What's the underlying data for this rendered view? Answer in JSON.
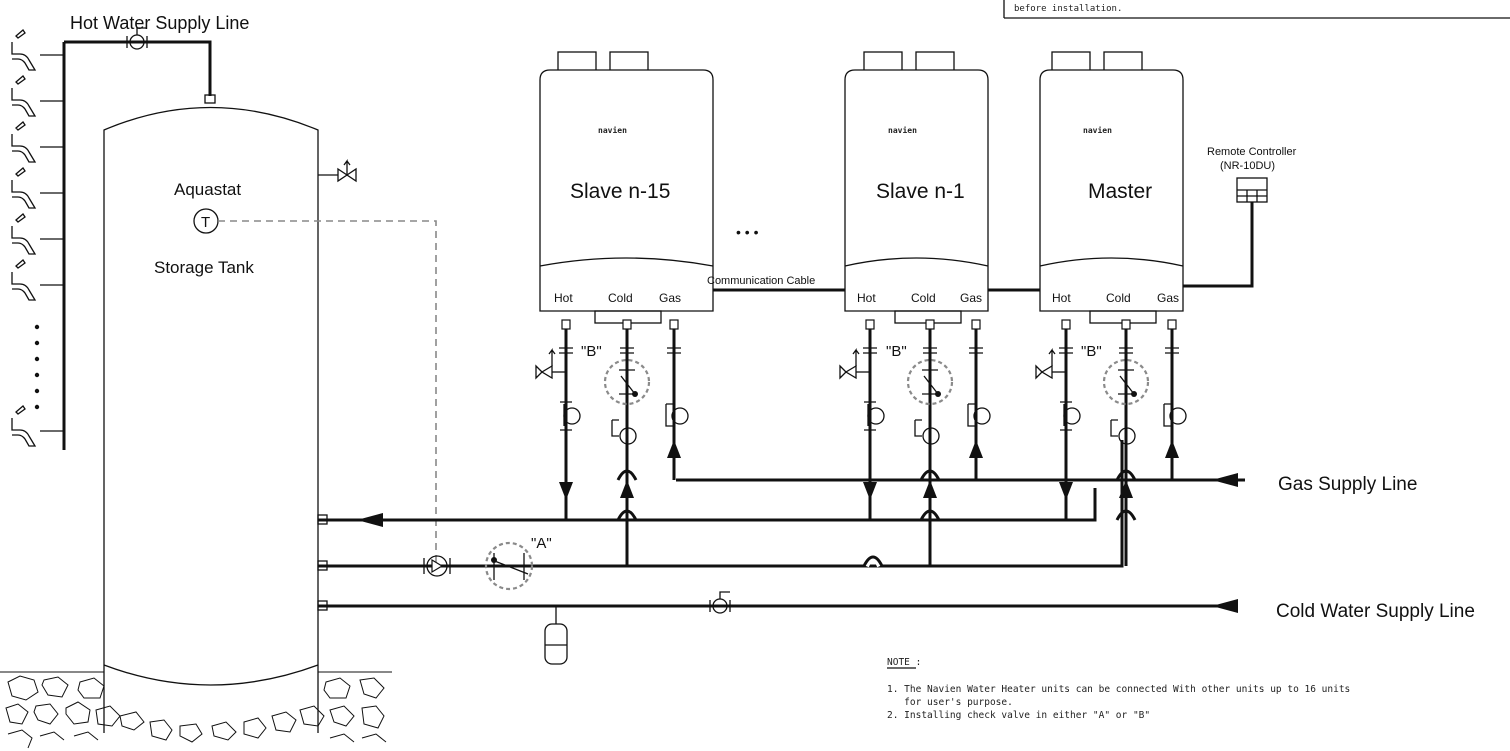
{
  "labels": {
    "hot_water_supply_line": "Hot  Water  Supply  Line",
    "gas_supply_line": "Gas Supply Line",
    "cold_water_supply_line": "Cold Water Supply Line",
    "aquastat": "Aquastat",
    "aquastat_symbol": "T",
    "storage_tank": "Storage  Tank",
    "communication_cable": "Communication  Cable",
    "remote_controller_line1": "Remote  Controller",
    "remote_controller_line2": "(NR-10DU)",
    "ellipsis": "•   •   •",
    "check_valve_a": "\"A\"",
    "check_valve_b": "\"B\""
  },
  "units": [
    {
      "name": "Slave  n-15",
      "logo": "navien",
      "ports": [
        "Hot",
        "Cold",
        "Gas"
      ]
    },
    {
      "name": "Slave  n-1",
      "logo": "navien",
      "ports": [
        "Hot",
        "Cold",
        "Gas"
      ]
    },
    {
      "name": "Master",
      "logo": "navien",
      "ports": [
        "Hot",
        "Cold",
        "Gas"
      ]
    }
  ],
  "note": {
    "heading": "NOTE :",
    "items": [
      "1. The Navien Water Heater units can be connected With other units up to 16 units",
      "   for user's purpose.",
      "2. Installing check valve in either \"A\" or \"B\""
    ]
  },
  "top_right_note": "before installation.",
  "icons": {
    "faucet": "faucet-icon",
    "ball_valve": "ball-valve-icon",
    "relief_valve": "relief-valve-icon",
    "pump": "circulation-pump-icon",
    "check_valve": "check-valve-icon",
    "expansion_tank": "expansion-tank-icon",
    "gravel": "gravel-ground-icon"
  }
}
